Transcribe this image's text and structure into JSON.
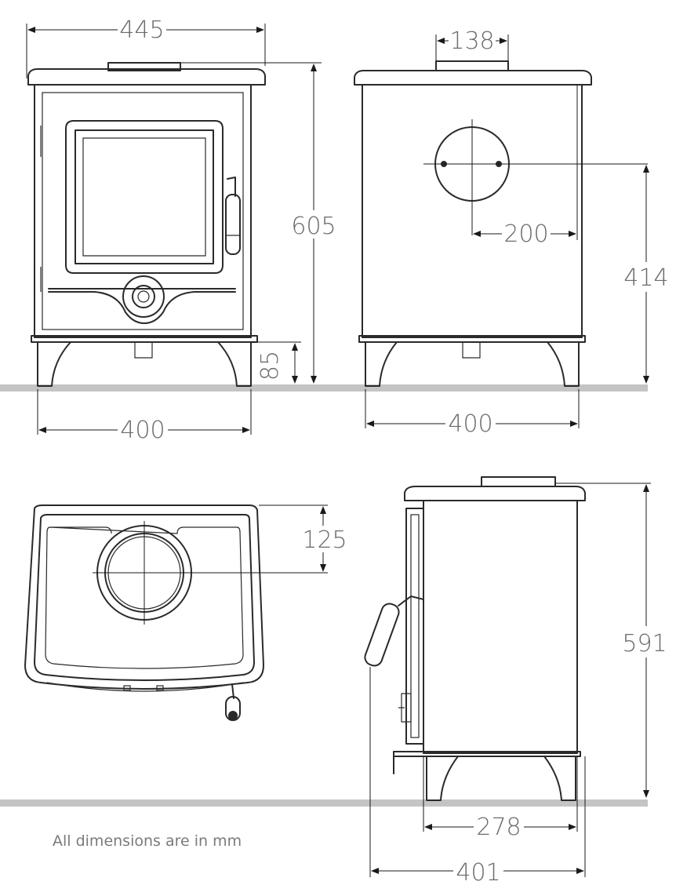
{
  "dimensions": {
    "front_view": {
      "overall_width": "445",
      "height": "605",
      "leg_height": "85",
      "base_width": "400"
    },
    "rear_view": {
      "flue_outlet_width": "138",
      "flue_center_offset": "200",
      "flue_center_height": "414",
      "base_width": "400"
    },
    "top_view": {
      "flue_center_from_rear": "125"
    },
    "side_view": {
      "height": "591",
      "leg_span": "278",
      "depth": "401"
    }
  },
  "note": "All dimensions are in mm"
}
